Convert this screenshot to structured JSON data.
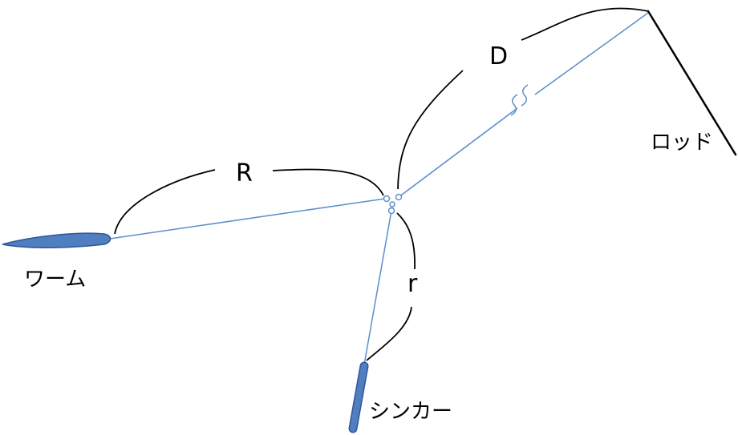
{
  "labels": {
    "distance_rod": "D",
    "distance_worm": "R",
    "distance_sinker": "r",
    "rod": "ロッド",
    "worm": "ワーム",
    "sinker": "シンカー"
  },
  "colors": {
    "line": "#5b8fcb",
    "fill": "#4f7fc0",
    "outline": "#2f5597",
    "ink": "#000000"
  },
  "icons": {
    "swivel": "three-way-swivel-icon",
    "line_break": "break-mark-icon"
  }
}
